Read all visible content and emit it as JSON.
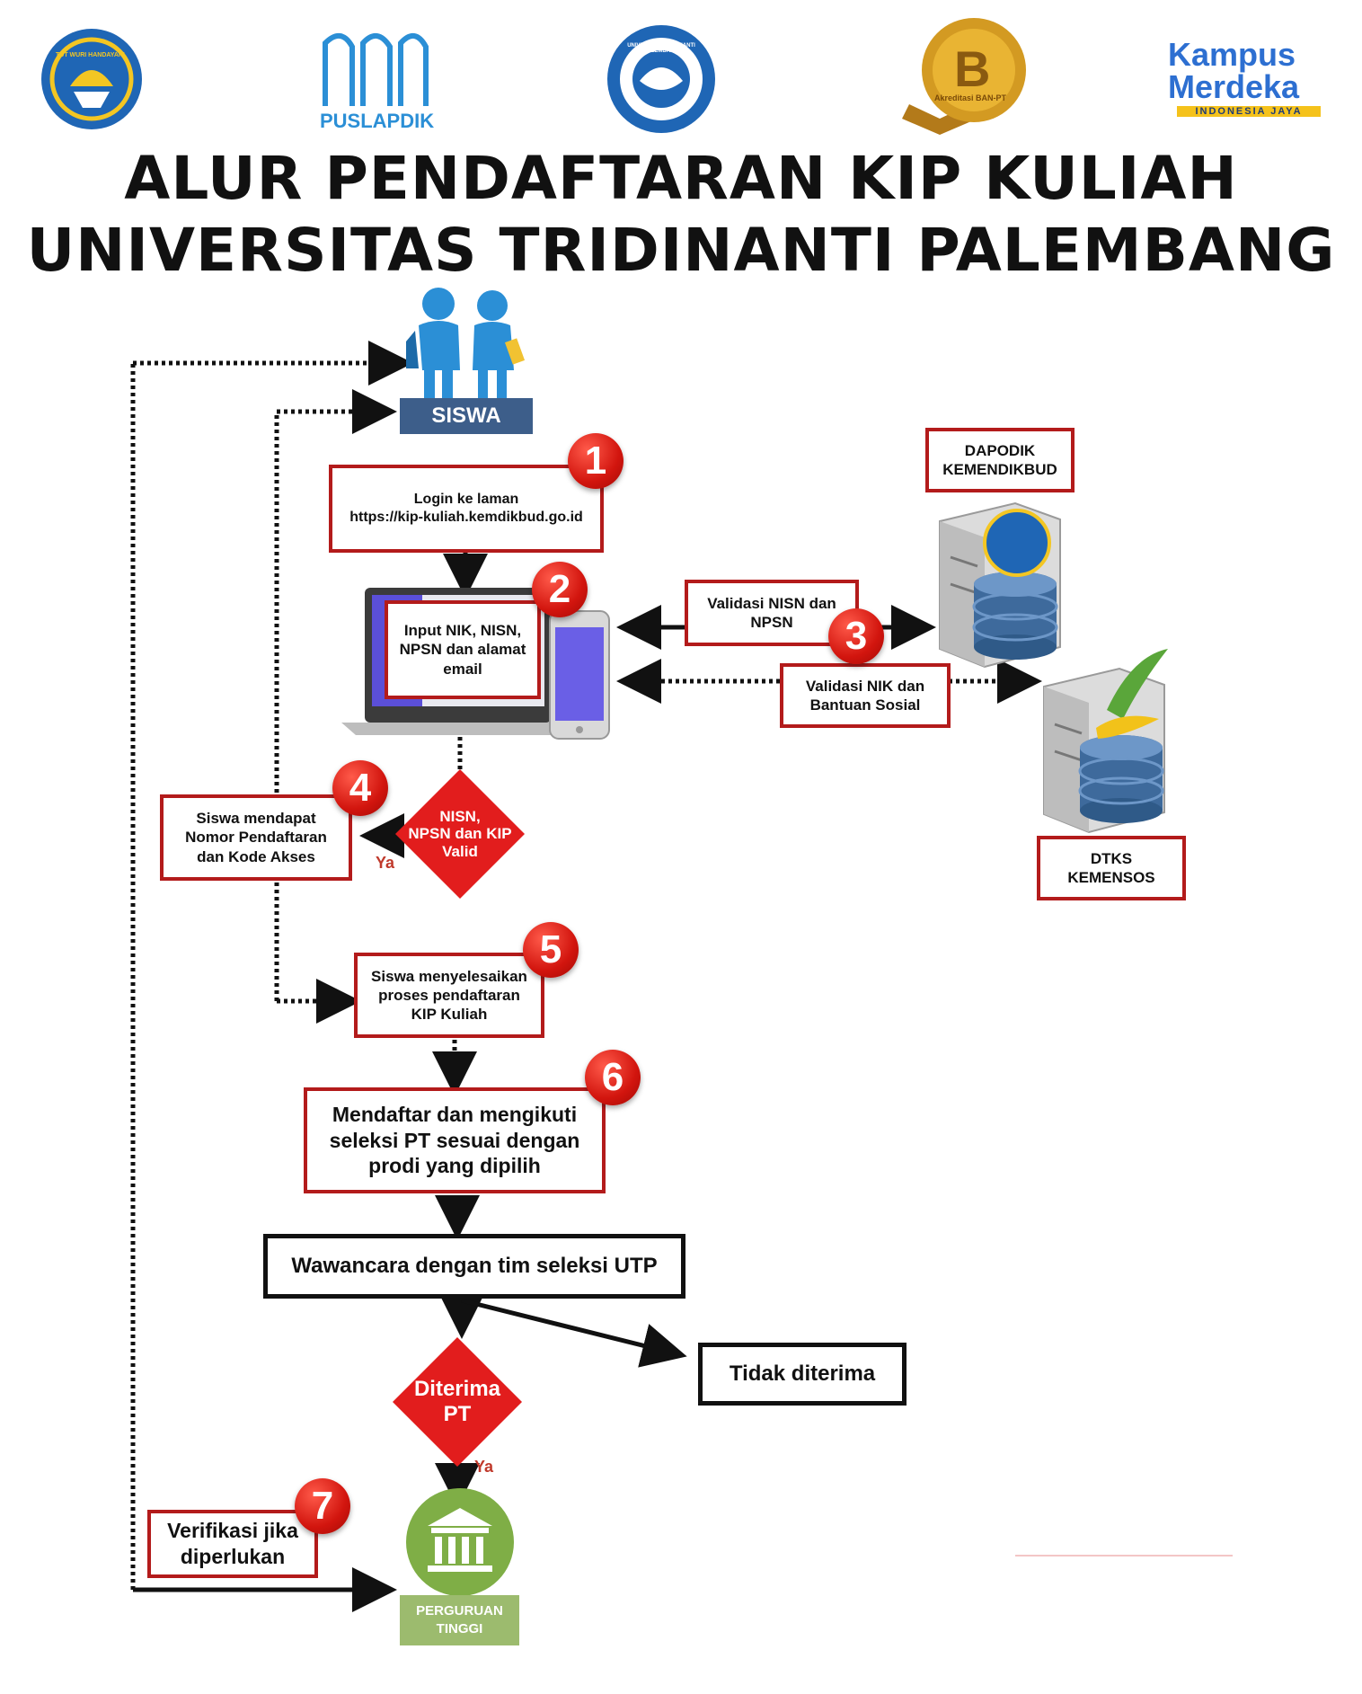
{
  "header": {
    "logos": {
      "kemdikbud": {
        "icon": "kemdikbud-logo-icon",
        "text": "TUT WURI HANDAYANI"
      },
      "puslapdik": {
        "icon": "puslapdik-logo-icon",
        "text": "PUSLAPDIK"
      },
      "tridinanti": {
        "icon": "tridinanti-seal-icon",
        "text": "UNIVERSITAS TRIDINANTI PALEMBANG"
      },
      "akreditasi": {
        "icon": "accreditation-b-badge-icon",
        "letter": "B",
        "text": "Akreditasi BAN-PT"
      },
      "kampus_merdeka": {
        "icon": "kampus-merdeka-logo-icon",
        "line1": "Kampus",
        "line2": "Merdeka",
        "tagline": "INDONESIA JAYA"
      }
    },
    "title_line1": "ALUR PENDAFTARAN KIP KULIAH",
    "title_line2": "UNIVERSITAS TRIDINANTI PALEMBANG"
  },
  "flow": {
    "siswa": {
      "icon": "students-icon",
      "label": "SISWA"
    },
    "step1": {
      "badge": "1",
      "text": "Login ke laman\nhttps://kip-kuliah.kemdikbud.go.id"
    },
    "step2": {
      "badge": "2",
      "text": "Input NIK, NISN,\nNPSN dan alamat\nemail",
      "icon": "laptop-phone-icon"
    },
    "step3": {
      "badge": "3",
      "validasi_nisn": "Validasi NISN dan\nNPSN",
      "validasi_nik": "Validasi NIK dan\nBantuan Sosial"
    },
    "dapodik": {
      "label": "DAPODIK\nKEMENDIKBUD",
      "icon": "dapodik-server-icon"
    },
    "dtks": {
      "label": "DTKS\nKEMENSOS",
      "icon": "dtks-server-icon"
    },
    "decision1": {
      "text": "NISN,\nNPSN dan KIP\nValid",
      "yes": "Ya"
    },
    "step4": {
      "badge": "4",
      "text": "Siswa mendapat\nNomor Pendaftaran\ndan Kode Akses"
    },
    "step5": {
      "badge": "5",
      "text": "Siswa menyelesaikan\nproses pendaftaran\nKIP Kuliah"
    },
    "step6": {
      "badge": "6",
      "text": "Mendaftar dan mengikuti\nseleksi PT sesuai dengan\nprodi yang dipilih"
    },
    "wawancara": {
      "text": "Wawancara dengan tim seleksi UTP"
    },
    "tidak_diterima": {
      "text": "Tidak diterima"
    },
    "decision2": {
      "text": "Diterima\nPT",
      "yes": "Ya"
    },
    "step7": {
      "badge": "7",
      "text": "Verifikasi jika\ndiperlukan"
    },
    "perguruan_tinggi": {
      "icon": "university-building-icon",
      "label": "PERGURUAN\nTINGGI"
    }
  },
  "colors": {
    "accent_red": "#b31b1b",
    "badge_red": "#d2150e",
    "siswa_blue": "#3d5e8a",
    "pt_green": "#9cbb6e"
  }
}
